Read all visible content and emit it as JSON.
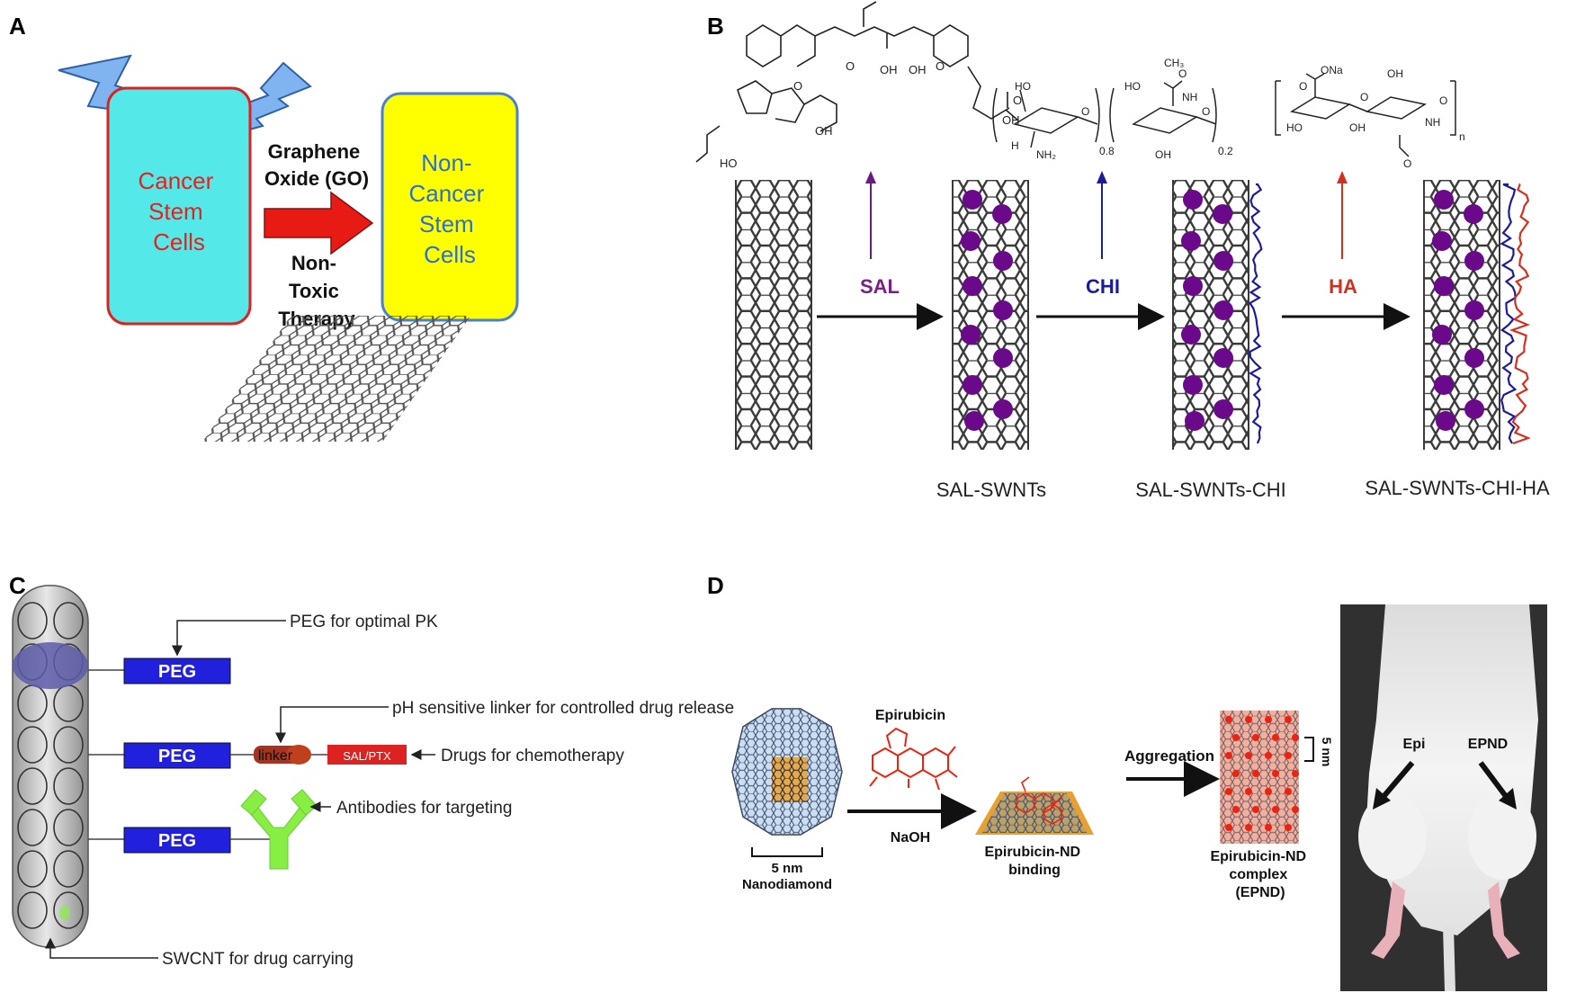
{
  "panels": {
    "a": {
      "letter": "A",
      "left_box_lines": [
        "Cancer",
        "Stem",
        "Cells"
      ],
      "arrow_top_lines": [
        "Graphene",
        "Oxide (GO)"
      ],
      "arrow_bottom_lines": [
        "Non-",
        "Toxic",
        "Therapy"
      ],
      "right_box_lines": [
        "Non-",
        "Cancer",
        "Stem",
        "Cells"
      ]
    },
    "b": {
      "letter": "B",
      "reagents": [
        "SAL",
        "CHI",
        "HA"
      ],
      "products": [
        "SAL-SWNTs",
        "SAL-SWNTs-CHI",
        "SAL-SWNTs-CHI-HA"
      ],
      "chem_labels": {
        "oh": "OH",
        "ho": "HO",
        "o": "O",
        "h": "H",
        "nh2": "NH₂",
        "nh": "NH",
        "ch3": "CH₃",
        "ona": "ONa",
        "n": "n",
        "frac1": "0.8",
        "frac2": "0.2"
      }
    },
    "c": {
      "letter": "C",
      "peg_label": "PEG",
      "linker_label": "linker",
      "drug_label": "SAL/PTX",
      "annotations": {
        "peg": "PEG for optimal PK",
        "linker": "pH sensitive linker for controlled drug release",
        "drug": "Drugs for chemotherapy",
        "antibody": "Antibodies for targeting",
        "swcnt": "SWCNT for drug carrying"
      }
    },
    "d": {
      "letter": "D",
      "nanodiamond_size": "5 nm",
      "nanodiamond_label": "Nanodiamond",
      "reagent_top": "Epirubicin",
      "reagent_bottom": "NaOH",
      "binding_lines": [
        "Epirubicin-ND",
        "binding"
      ],
      "aggregation": "Aggregation",
      "complex_size": "5 nm",
      "complex_lines": [
        "Epirubicin-ND",
        "complex",
        "(EPND)"
      ],
      "photo_labels": [
        "Epi",
        "EPND"
      ]
    }
  },
  "colors": {
    "cancer_box": "#55e8e8",
    "cancer_border": "#e02020",
    "cancer_text": "#e8201c",
    "noncancer_box": "#ffff00",
    "noncancer_border": "#4a7fd8",
    "noncancer_text": "#2a6fd6",
    "purple": "#6a0a8a",
    "sal": "#7a1e8c",
    "chi": "#1c1c9a",
    "ha": "#d43020",
    "peg": "#2020dd",
    "antibody": "#88ee44",
    "epirubicin": "#ee2211"
  }
}
